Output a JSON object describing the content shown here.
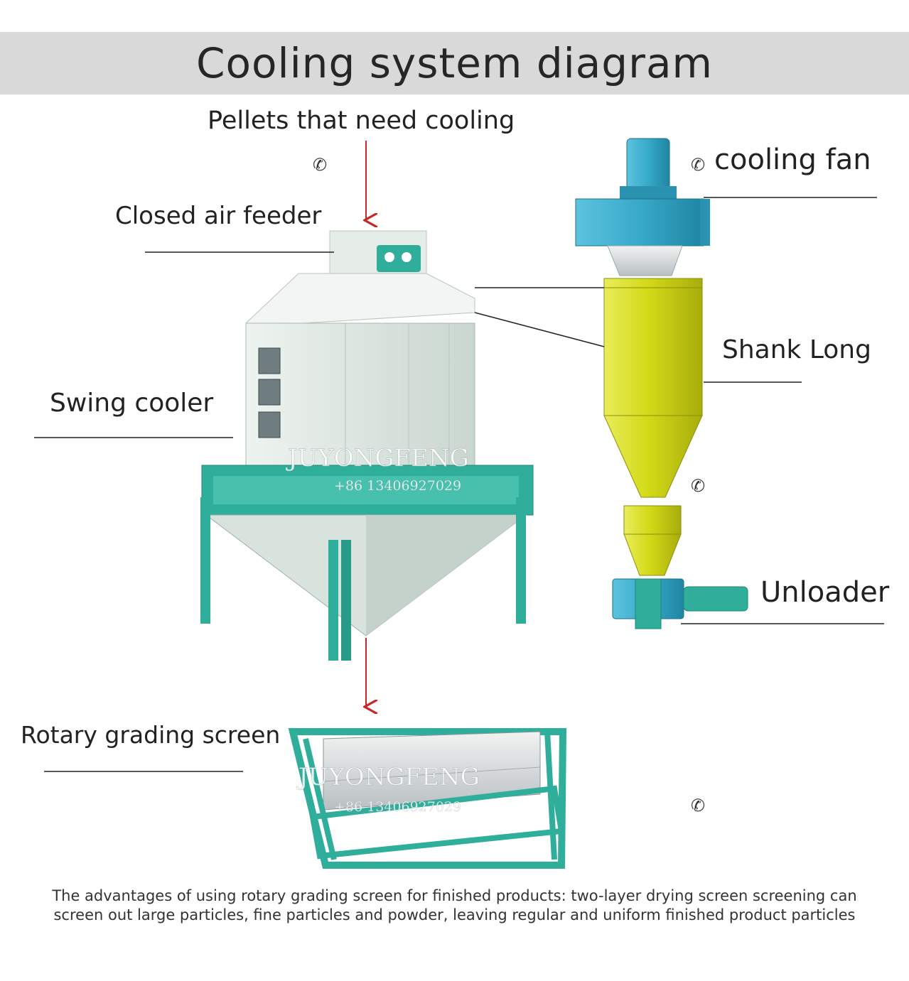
{
  "title": "Cooling system diagram",
  "labels": {
    "pellets": "Pellets that need cooling",
    "cooling_fan": "cooling fan",
    "closed_air_feeder": "Closed air feeder",
    "shank_long": "Shank Long",
    "swing_cooler": "Swing cooler",
    "unloader": "Unloader",
    "rotary_screen": "Rotary grading screen"
  },
  "watermark": {
    "brand": "JUYONGFENG",
    "phone": "+86 13406927029"
  },
  "caption": {
    "line1": "The advantages of using rotary grading screen for finished products: two-layer drying screen screening can",
    "line2": "screen out large particles, fine particles and powder, leaving regular and uniform finished product particles"
  },
  "colors": {
    "title_band": "#d9d9d9",
    "machine_teal": "#2fae9c",
    "cooler_body": "#dfe8e2",
    "fan_blue": "#37a9c9",
    "cyclone_yellow": "#d6dc1a",
    "arrow_red": "#c62828"
  }
}
